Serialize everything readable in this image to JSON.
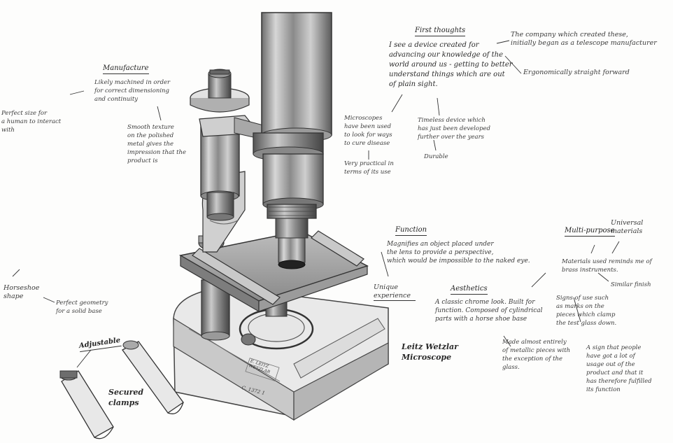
{
  "notes": {
    "first_thoughts_head": "First thoughts",
    "first_thoughts_body": "I see a device created for\nadvancing our knowledge of the\nworld around us - getting to better\nunderstand things which are out\nof plain sight.",
    "company": "The company which created these,\ninitially began as a telescope manufacturer",
    "ergonomic": "Ergonomically straight forward",
    "microscopes": "Microscopes\nhave been used\nto look for ways\nto cure disease",
    "practical": "Very practical in\nterms of its use",
    "timeless": "Timeless device which\nhas just been developed\nfurther over the years",
    "durable": "Durable",
    "manufacture_head": "Manufacture",
    "machined": "Likely machined in order\nfor correct dimensioning\nand continuity",
    "smooth": "Smooth texture\non the polished\nmetal gives the\nimpression that the\nproduct is",
    "perfect_size": "Perfect size for\na human to interact\nwith",
    "horseshoe_head": "Horseshoe\nshape",
    "geometry": "Perfect geometry\nfor a solid base",
    "adjustable": "Adjustable",
    "secured": "Secured\nclamps",
    "function_head": "Function",
    "function_body": "Magnifies an object placed under\nthe lens to provide a perspective,\nwhich would be impossible to the naked eye.",
    "unique": "Unique\nexperience",
    "multipurpose": "Multi-purpose",
    "universal": "Universal\nmaterials",
    "materials": "Materials used reminds me of\nbrass instruments.",
    "similar": "Similar finish",
    "aesthetics_head": "Aesthetics",
    "aesthetics_body": "A classic chrome look. Built for\nfunction. Composed of cylindrical\nparts with a horse shoe base",
    "signs": "Signs of use such\nas marks on the\npieces which clamp\nthe test glass down.",
    "metallic": "Made almost entirely\nof metallic pieces with\nthe exception of the\nglass.",
    "sign_people": "A sign that people\nhave got a lot of\nusage out of the\nproduct and that it\nhas therefore fulfilled\nits function",
    "title": "Leitz Wetzlar\nMicroscope",
    "plate": "E. LEITZ\nWETZLAR",
    "serial": "C. 1372 1"
  }
}
